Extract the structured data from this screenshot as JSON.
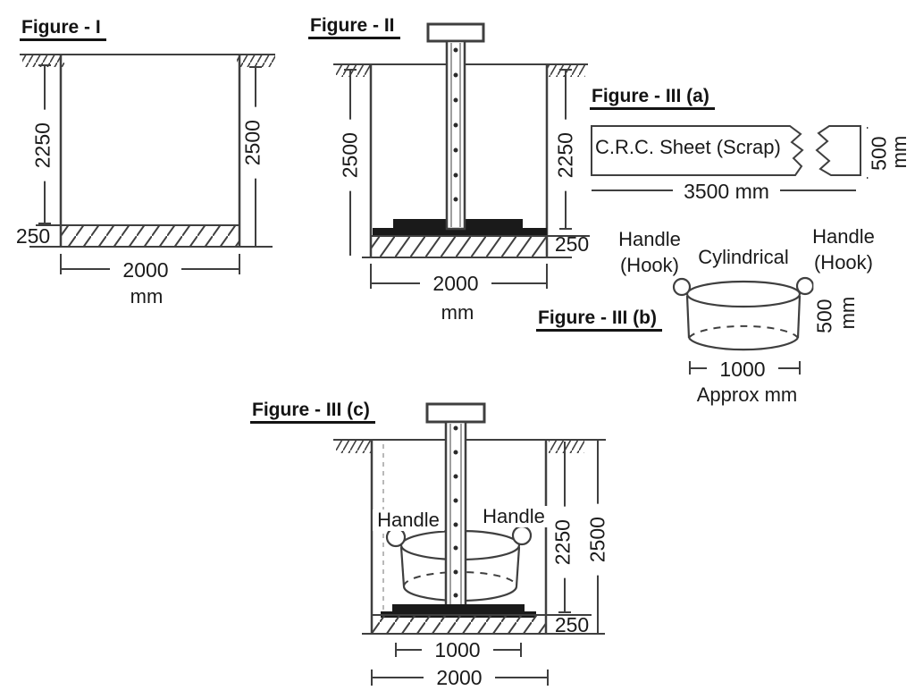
{
  "page": {
    "background": "#ffffff",
    "ink": "#3f3f3f",
    "text_color": "#1a1a1a"
  },
  "figure_1": {
    "title": "Figure - I",
    "dim_left_depth": "2250",
    "dim_right_depth": "2500",
    "dim_base_thickness": "250",
    "dim_width": "2000",
    "dim_width_unit": "mm"
  },
  "figure_2": {
    "title": "Figure - II",
    "dim_left_depth": "2500",
    "dim_right_depth": "2250",
    "dim_base_thickness": "250",
    "dim_width": "2000",
    "dim_width_unit": "mm"
  },
  "figure_3a": {
    "title": "Figure - III (a)",
    "sheet_label": "C.R.C. Sheet (Scrap)",
    "dim_length": "3500 mm",
    "dim_height": "500",
    "dim_height_unit": "mm"
  },
  "figure_3b": {
    "title": "Figure - III (b)",
    "handle_left_line1": "Handle",
    "handle_left_line2": "(Hook)",
    "body_label": "Cylindrical",
    "handle_right_line1": "Handle",
    "handle_right_line2": "(Hook)",
    "dim_height": "500",
    "dim_height_unit": "mm",
    "dim_diameter": "1000",
    "dim_diameter_unit": "Approx mm"
  },
  "figure_3c": {
    "title": "Figure - III (c)",
    "handle_left": "Handle",
    "handle_right": "Handle",
    "dim_inner_depth": "2250",
    "dim_outer_depth": "2500",
    "dim_base_thickness": "250",
    "dim_container_width": "1000",
    "dim_pit_width": "2000"
  }
}
